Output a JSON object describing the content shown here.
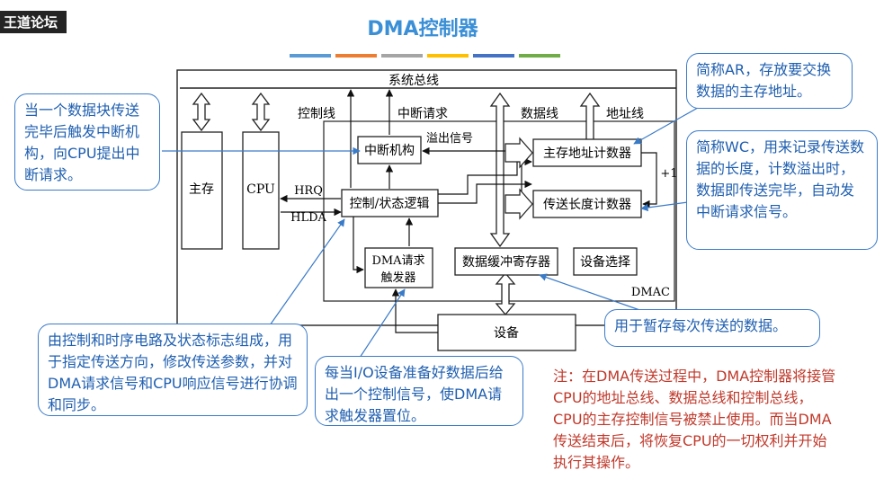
{
  "watermark": "王道论坛",
  "title": "DMA控制器",
  "color_bar": [
    "#5b9bd5",
    "#ed7d31",
    "#a5a5a5",
    "#ffc000",
    "#4472c4",
    "#70ad47"
  ],
  "diagram": {
    "system_bus": "系统总线",
    "control_line": "控制线",
    "interrupt_request": "中断请求",
    "data_line": "数据线",
    "address_line": "地址线",
    "main_memory": "主存",
    "cpu": "CPU",
    "hrq": "HRQ",
    "hlda": "HLDA",
    "interrupt_unit": "中断机构",
    "overflow_signal": "溢出信号",
    "address_counter": "主存地址计数器",
    "plus_one": "+1",
    "control_logic": "控制/状态逻辑",
    "length_counter": "传送长度计数器",
    "dma_trigger_l1": "DMA请求",
    "dma_trigger_l2": "触发器",
    "data_buffer": "数据缓冲寄存器",
    "device_select": "设备选择",
    "dmac": "DMAC",
    "device": "设备"
  },
  "callouts": {
    "ar": "简称AR，存放要交换数据的主存地址。",
    "interrupt": "当一个数据块传送完毕后触发中断机构，向CPU提出中断请求。",
    "wc": "简称WC，用来记录传送数据的长度，计数溢出时，数据即传送完毕，自动发中断请求信号。",
    "buffer": "用于暂存每次传送的数据。",
    "control": "由控制和时序电路及状态标志组成，用于指定传送方向，修改传送参数，并对DMA请求信号和CPU响应信号进行协调和同步。",
    "trigger": "每当I/O设备准备好数据后给出一个控制信号，使DMA请求触发器置位。"
  },
  "note": "注：在DMA传送过程中，DMA控制器将接管CPU的地址总线、数据总线和控制总线，CPU的主存控制信号被禁止使用。而当DMA传送结束后，将恢复CPU的一切权利并开始执行其操作。"
}
